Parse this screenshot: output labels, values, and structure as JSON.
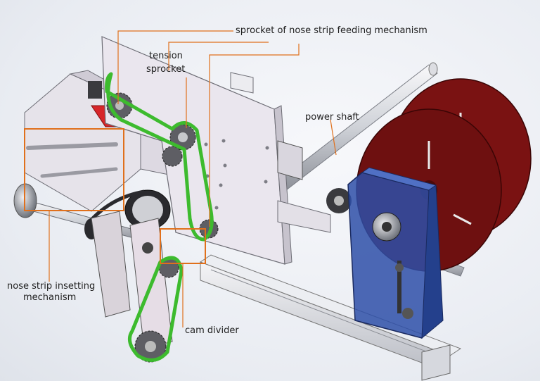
{
  "labels": {
    "sprocket_feeding": "sprocket of nose strip feeding mechanism",
    "tension_line1": "tension",
    "tension_line2": "sprocket",
    "power_shaft": "power shaft",
    "insetting_line1": "nose strip insetting",
    "insetting_line2": "mechanism",
    "cam_divider": "cam divider"
  },
  "colors": {
    "leader_line": "#e0701c",
    "callout_box": "#e0701c",
    "chain": "#3dbb2e",
    "reel": "#6e1010",
    "motor_housing": "#2e4fa8",
    "plate": "#e8e4ec"
  }
}
